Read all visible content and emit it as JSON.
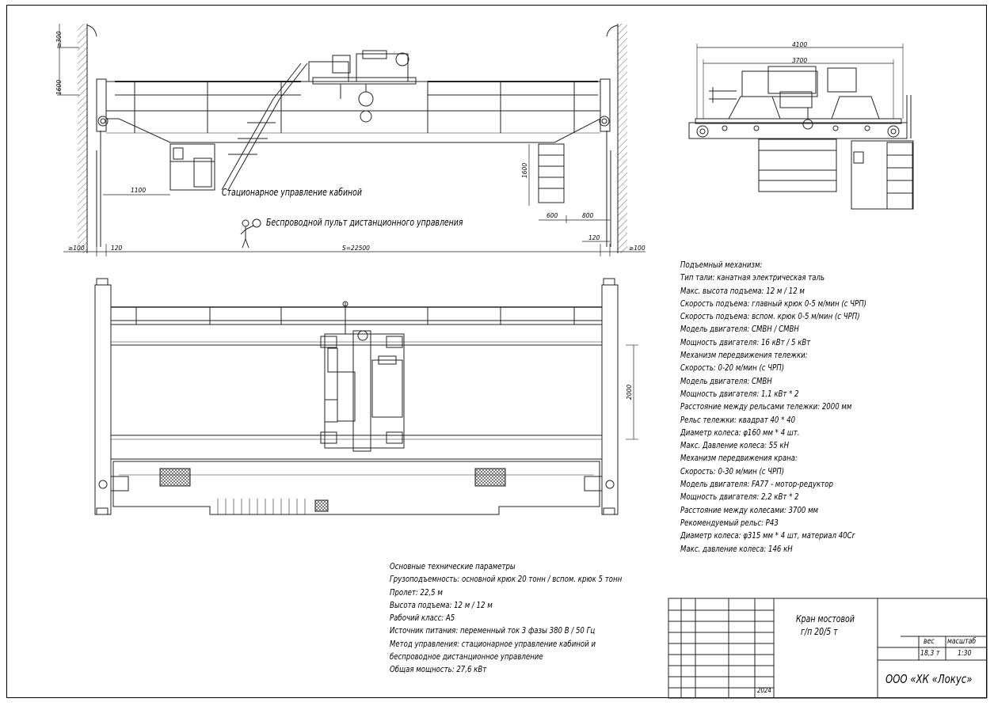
{
  "drawing": {
    "labels": {
      "cabin_control": "Стационарное управление кабиной",
      "wireless_remote": "Беспроводной пульт дистанционного управления"
    },
    "dimensions": {
      "clearance_top": "≥300",
      "height_1600_left": "1600",
      "d_1100": "1100",
      "height_1600_mid": "1600",
      "d_600": "600",
      "d_800": "800",
      "ge100_left": "≥100",
      "d_120_left": "120",
      "span": "S=22500",
      "d_120_right": "120",
      "ge100_right": "≥100",
      "width_4100": "4100",
      "width_3700": "3700",
      "gauge_2000": "2000"
    }
  },
  "specs": {
    "lines": [
      "Подъемный механизм:",
      "Тип тали: канатная электрическая таль",
      "Макс. высота подъема: 12 м / 12 м",
      "Скорость подъема: главный крюк 0-5 м/мин (с ЧРП)",
      "Скорость подъема: вспом. крюк 0-5 м/мин (с ЧРП)",
      "Модель двигателя: CMBH / CMBH",
      "Мощность двигателя: 16 кВт / 5 кВт",
      "Механизм передвижения тележки:",
      "Скорость: 0-20 м/мин (с ЧРП)",
      "Модель двигателя: CMBH",
      "Мощность двигателя: 1,1 кВт * 2",
      "Расстояние между рельсами тележки: 2000 мм",
      "Рельс тележки: квадрат 40 * 40",
      "Диаметр колеса: φ160 мм * 4 шт.",
      "Макс. Давление колеса: 55 кН",
      "Механизм передвижения крана:",
      "Скорость: 0-30 м/мин (с ЧРП)",
      "Модель двигателя: FA77 - мотор-редуктор",
      "Мощность двигателя: 2,2 кВт * 2",
      "Расстояние между колесами: 3700 мм",
      "Рекомендуемый рельс: P43",
      "Диаметр колеса: φ315 мм * 4 шт, материал 40Cr",
      "Макс. давление колеса: 146 кН"
    ]
  },
  "params": {
    "lines": [
      "Основные технические параметры",
      "Грузоподъемность: основной крюк 20 тонн / вспом. крюк 5 тонн",
      "Пролет: 22,5 м",
      "Высота подъема: 12 м / 12 м",
      "Рабочий класс: A5",
      "Источник питания: переменный ток 3 фазы 380 В / 50 Гц",
      "Метод управления: стационарное управление кабиной и",
      "беспроводное дистанционное управление",
      "Общая мощность: 27,6 кВт"
    ]
  },
  "title_block": {
    "title_line1": "Кран мостовой",
    "title_line2": "г/п 20/5 т",
    "weight_label": "вес",
    "scale_label": "масштаб",
    "weight_value": "18,3 т",
    "scale_value": "1:30",
    "year": "2024",
    "company": "ООО «ХК «Локус»"
  }
}
